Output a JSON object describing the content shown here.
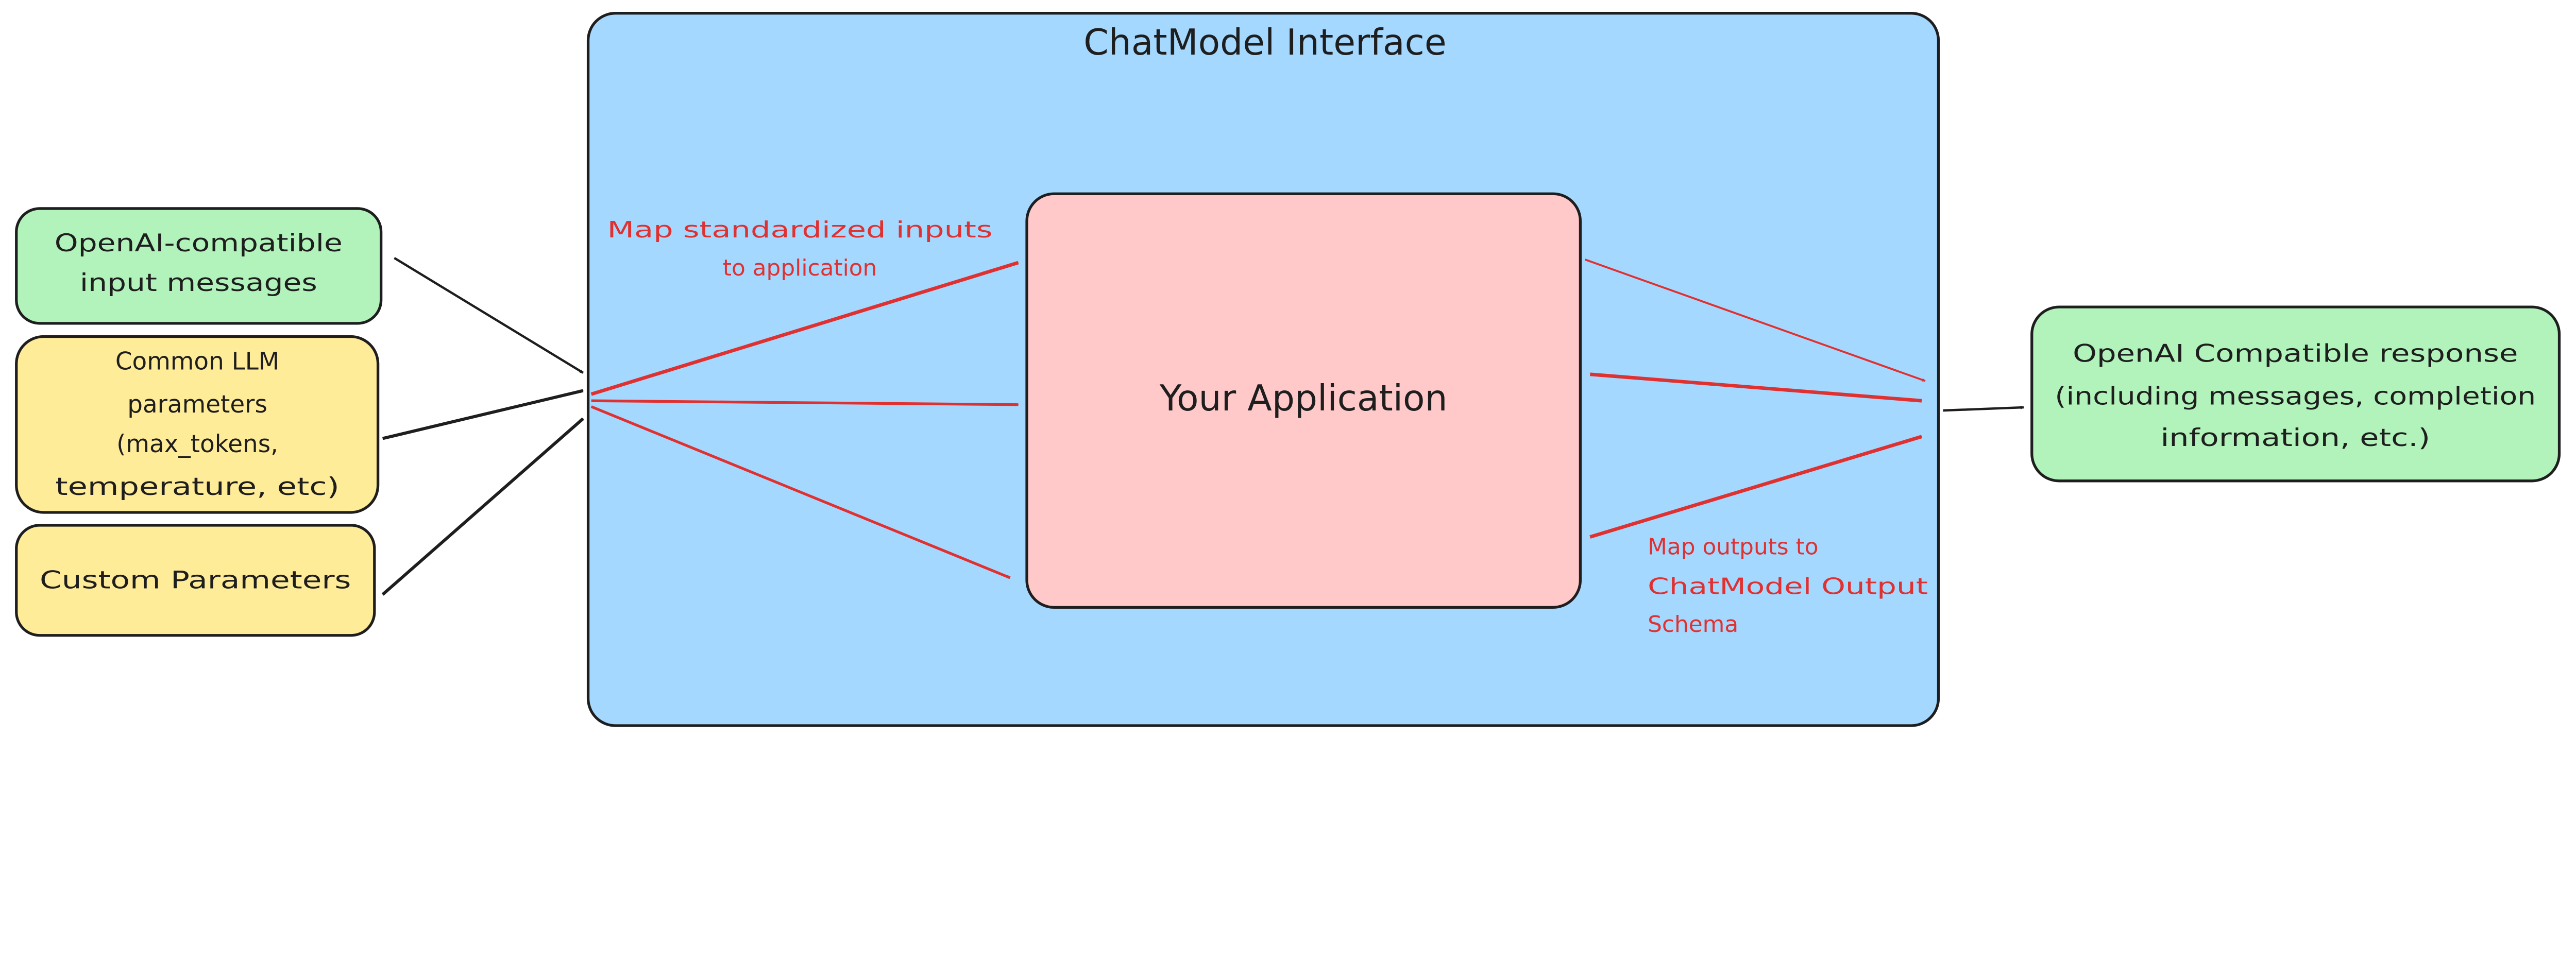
{
  "colors": {
    "container_fill": "#a5d8ff",
    "app_fill": "#ffc9c9",
    "input_green": "#b2f2bb",
    "input_yellow": "#ffec99",
    "arrow_black": "#1e1e1e",
    "arrow_red": "#e03131"
  },
  "container": {
    "title": "ChatModel Interface"
  },
  "app": {
    "label": "Your Application"
  },
  "inputs": [
    {
      "lines": [
        "OpenAI-compatible",
        "input messages"
      ]
    },
    {
      "lines": [
        "Common LLM",
        "parameters",
        "(max_tokens,",
        "temperature, etc)"
      ]
    },
    {
      "lines": [
        "Custom Parameters"
      ]
    }
  ],
  "output": {
    "lines": [
      "OpenAI Compatible response",
      "(including messages, completion",
      "information, etc.)"
    ]
  },
  "annotations": {
    "map_inputs": [
      "Map standardized inputs",
      "to application"
    ],
    "map_outputs": [
      "Map outputs to",
      "ChatModel Output",
      "Schema"
    ]
  }
}
